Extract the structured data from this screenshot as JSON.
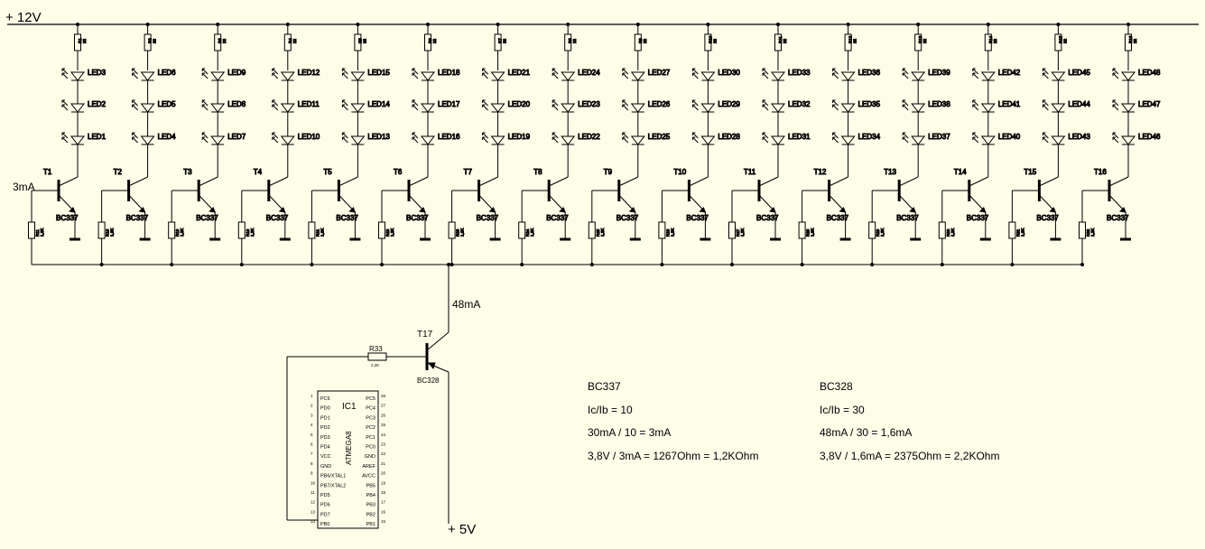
{
  "supply": {
    "v12": "+ 12V",
    "v5": "+ 5V"
  },
  "currents": {
    "per_channel": "3mA",
    "total": "48mA"
  },
  "channels": [
    {
      "r": "R1",
      "rv": "22",
      "leds": [
        "LED3",
        "LED2",
        "LED1"
      ],
      "t": "T1",
      "rb": "R11",
      "rbv": "1,2K"
    },
    {
      "r": "R2",
      "rv": "22",
      "leds": [
        "LED6",
        "LED5",
        "LED4"
      ],
      "t": "T2",
      "rb": "R18",
      "rbv": "1,2K"
    },
    {
      "r": "R3",
      "rv": "22",
      "leds": [
        "LED9",
        "LED8",
        "LED7"
      ],
      "t": "T3",
      "rb": "R19",
      "rbv": "1,2K"
    },
    {
      "r": "R4",
      "rv": "22",
      "leds": [
        "LED12",
        "LED11",
        "LED10"
      ],
      "t": "T4",
      "rb": "R18",
      "rbv": "1,2K"
    },
    {
      "r": "R5",
      "rv": "22",
      "leds": [
        "LED15",
        "LED14",
        "LED13"
      ],
      "t": "T5",
      "rb": "R21",
      "rbv": "1,2K"
    },
    {
      "r": "R6",
      "rv": "22",
      "leds": [
        "LED18",
        "LED17",
        "LED16"
      ],
      "t": "T6",
      "rb": "R23",
      "rbv": "1,2K"
    },
    {
      "r": "R7",
      "rv": "22",
      "leds": [
        "LED21",
        "LED20",
        "LED19"
      ],
      "t": "T7",
      "rb": "R23",
      "rbv": "1,2K"
    },
    {
      "r": "R8",
      "rv": "22",
      "leds": [
        "LED24",
        "LED23",
        "LED22"
      ],
      "t": "T8",
      "rb": "R24",
      "rbv": "1,2K"
    },
    {
      "r": "R9",
      "rv": "22",
      "leds": [
        "LED27",
        "LED26",
        "LED25"
      ],
      "t": "T9",
      "rb": "R25",
      "rbv": "1,2K"
    },
    {
      "r": "R10",
      "rv": "22",
      "leds": [
        "LED30",
        "LED29",
        "LED28"
      ],
      "t": "T10",
      "rb": "R26",
      "rbv": "1,2K"
    },
    {
      "r": "R11",
      "rv": "22",
      "leds": [
        "LED33",
        "LED32",
        "LED31"
      ],
      "t": "T11",
      "rb": "R27",
      "rbv": "1,2K"
    },
    {
      "r": "R12",
      "rv": "22",
      "leds": [
        "LED36",
        "LED35",
        "LED34"
      ],
      "t": "T12",
      "rb": "R28",
      "rbv": "1,2K"
    },
    {
      "r": "R13",
      "rv": "22",
      "leds": [
        "LED39",
        "LED38",
        "LED37"
      ],
      "t": "T13",
      "rb": "R29",
      "rbv": "1,2K"
    },
    {
      "r": "R14",
      "rv": "22",
      "leds": [
        "LED42",
        "LED41",
        "LED40"
      ],
      "t": "T14",
      "rb": "R30",
      "rbv": "1,2K"
    },
    {
      "r": "R15",
      "rv": "22",
      "leds": [
        "LED45",
        "LED44",
        "LED43"
      ],
      "t": "T15",
      "rb": "R31",
      "rbv": "1,2K"
    },
    {
      "r": "R16",
      "rv": "22",
      "leds": [
        "LED48",
        "LED47",
        "LED46"
      ],
      "t": "T16",
      "rb": "R32",
      "rbv": "1,2K"
    }
  ],
  "transistor_type": "BC337",
  "driver": {
    "name": "T17",
    "type": "BC328",
    "r": "R33",
    "rv": "2,2K"
  },
  "ic": {
    "name": "IC1",
    "part": "ATMEGA8",
    "left_pins": [
      {
        "n": "1",
        "name": "PC6"
      },
      {
        "n": "2",
        "name": "PD0"
      },
      {
        "n": "3",
        "name": "PD1"
      },
      {
        "n": "4",
        "name": "PD2"
      },
      {
        "n": "5",
        "name": "PD3"
      },
      {
        "n": "6",
        "name": "PD4"
      },
      {
        "n": "7",
        "name": "VCC"
      },
      {
        "n": "8",
        "name": "GND"
      },
      {
        "n": "9",
        "name": "PB6/XTAL1"
      },
      {
        "n": "10",
        "name": "PB7/XTAL2"
      },
      {
        "n": "11",
        "name": "PD5"
      },
      {
        "n": "12",
        "name": "PD6"
      },
      {
        "n": "13",
        "name": "PD7"
      },
      {
        "n": "14",
        "name": "PB0"
      }
    ],
    "right_pins": [
      {
        "n": "28",
        "name": "PC5"
      },
      {
        "n": "27",
        "name": "PC4"
      },
      {
        "n": "26",
        "name": "PC3"
      },
      {
        "n": "25",
        "name": "PC2"
      },
      {
        "n": "24",
        "name": "PC1"
      },
      {
        "n": "23",
        "name": "PC0"
      },
      {
        "n": "22",
        "name": "GND"
      },
      {
        "n": "21",
        "name": "AREF"
      },
      {
        "n": "20",
        "name": "AVCC"
      },
      {
        "n": "19",
        "name": "PB5"
      },
      {
        "n": "18",
        "name": "PB4"
      },
      {
        "n": "17",
        "name": "PB3"
      },
      {
        "n": "16",
        "name": "PB2"
      },
      {
        "n": "15",
        "name": "PB1"
      }
    ]
  },
  "notes": {
    "bc337": {
      "title": "BC337",
      "ratio": "Ic/Ib = 10",
      "base": "30mA / 10 = 3mA",
      "res": "3,8V / 3mA = 1267Ohm = 1,2KOhm"
    },
    "bc328": {
      "title": "BC328",
      "ratio": "Ic/Ib = 30",
      "base": "48mA / 30 = 1,6mA",
      "res": "3,8V / 1,6mA = 2375Ohm = 2,2KOhm"
    }
  }
}
